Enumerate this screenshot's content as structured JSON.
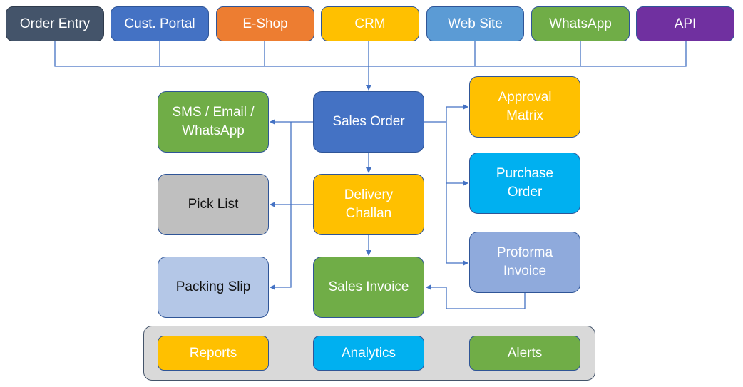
{
  "sources": [
    {
      "label": "Order Entry",
      "color": "#44546a"
    },
    {
      "label": "Cust. Portal",
      "color": "#4472c4"
    },
    {
      "label": "E-Shop",
      "color": "#ed7d31"
    },
    {
      "label": "CRM",
      "color": "#ffc000"
    },
    {
      "label": "Web Site",
      "color": "#5b9bd5"
    },
    {
      "label": "WhatsApp",
      "color": "#70ad47"
    },
    {
      "label": "API",
      "color": "#7030a0"
    }
  ],
  "nodes": {
    "sales_order": {
      "label": "Sales Order",
      "color": "#4472c4"
    },
    "delivery_challan": {
      "label": "Delivery Challan",
      "color": "#ffc000"
    },
    "sales_invoice": {
      "label": "Sales Invoice",
      "color": "#70ad47"
    },
    "notifications": {
      "label": "SMS / Email / WhatsApp",
      "color": "#70ad47"
    },
    "pick_list": {
      "label": "Pick List",
      "color": "#bfbfbf"
    },
    "packing_slip": {
      "label": "Packing Slip",
      "color": "#b4c7e7"
    },
    "approval_matrix": {
      "label": "Approval Matrix",
      "color": "#ffc000"
    },
    "purchase_order": {
      "label": "Purchase Order",
      "color": "#00b0f0"
    },
    "proforma_invoice": {
      "label": "Proforma Invoice",
      "color": "#8faadc"
    }
  },
  "footer": {
    "items": [
      {
        "label": "Reports",
        "color": "#ffc000"
      },
      {
        "label": "Analytics",
        "color": "#00b0f0"
      },
      {
        "label": "Alerts",
        "color": "#70ad47"
      }
    ]
  },
  "connector_color": "#4472c4"
}
